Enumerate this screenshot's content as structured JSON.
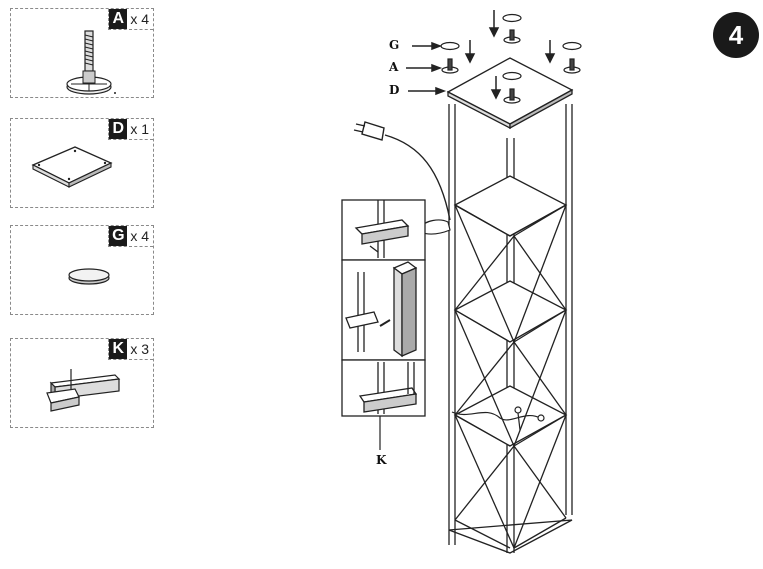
{
  "parts": [
    {
      "letter": "A",
      "qty": "x 4",
      "icon": "screw-icon"
    },
    {
      "letter": "D",
      "qty": "x 1",
      "icon": "panel-icon"
    },
    {
      "letter": "G",
      "qty": "x 4",
      "icon": "disc-icon"
    },
    {
      "letter": "K",
      "qty": "x 3",
      "icon": "clip-icon"
    }
  ],
  "step_number": "4",
  "callouts": {
    "g": "G",
    "a": "A",
    "d": "D",
    "k": "K"
  }
}
